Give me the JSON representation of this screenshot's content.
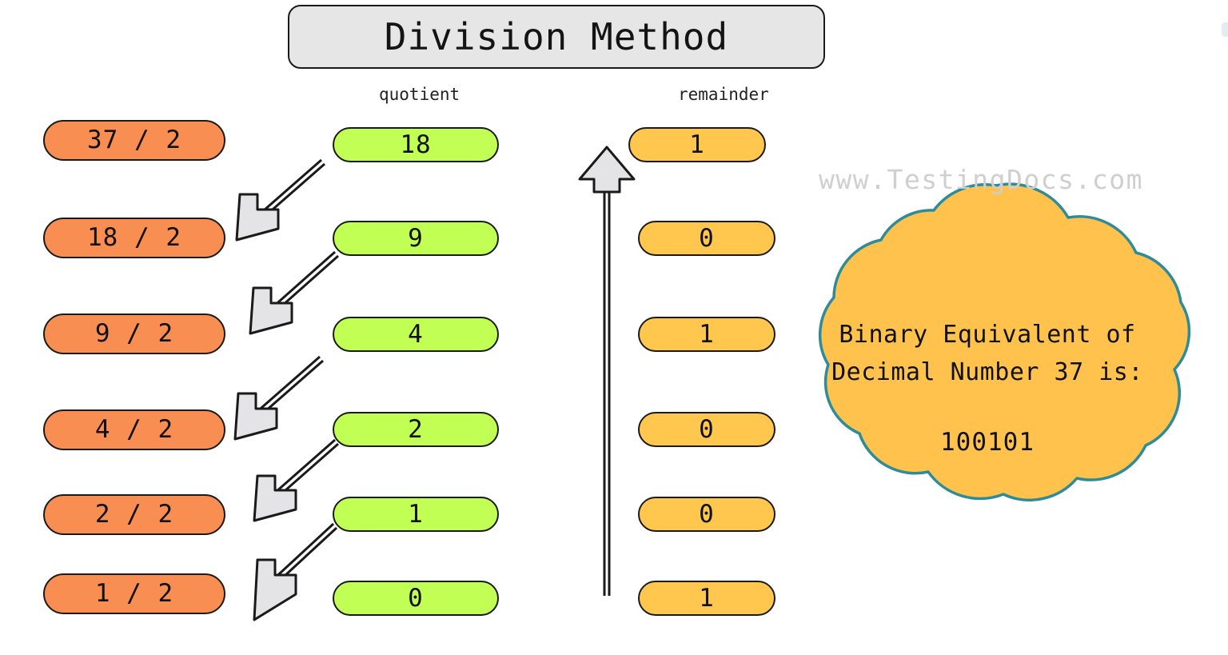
{
  "title": "Division Method",
  "columns": {
    "quotient_label": "quotient",
    "remainder_label": "remainder"
  },
  "colors": {
    "title_fill": "#E6E6E6",
    "divide_fill": "#F88E52",
    "quotient_fill": "#C2FF55",
    "remainder_fill": "#FFC74D",
    "cloud_fill": "#FFC34D",
    "cloud_stroke": "#2E8B9A",
    "arrow_fill": "#E4E4E7",
    "outline": "#1A1A1A",
    "watermark": "#CFCFCF"
  },
  "rows": [
    {
      "division": "37 / 2",
      "quotient": "18",
      "remainder": "1"
    },
    {
      "division": "18 / 2",
      "quotient": "9",
      "remainder": "0"
    },
    {
      "division": "9 / 2",
      "quotient": "4",
      "remainder": "1"
    },
    {
      "division": "4 / 2",
      "quotient": "2",
      "remainder": "0"
    },
    {
      "division": "2 / 2",
      "quotient": "1",
      "remainder": "0"
    },
    {
      "division": "1 / 2",
      "quotient": "0",
      "remainder": "1"
    }
  ],
  "watermark": "www.TestingDocs.com",
  "cloud": {
    "line1": "Binary Equivalent of",
    "line2": "Decimal Number 37 is:",
    "result": "100101"
  }
}
